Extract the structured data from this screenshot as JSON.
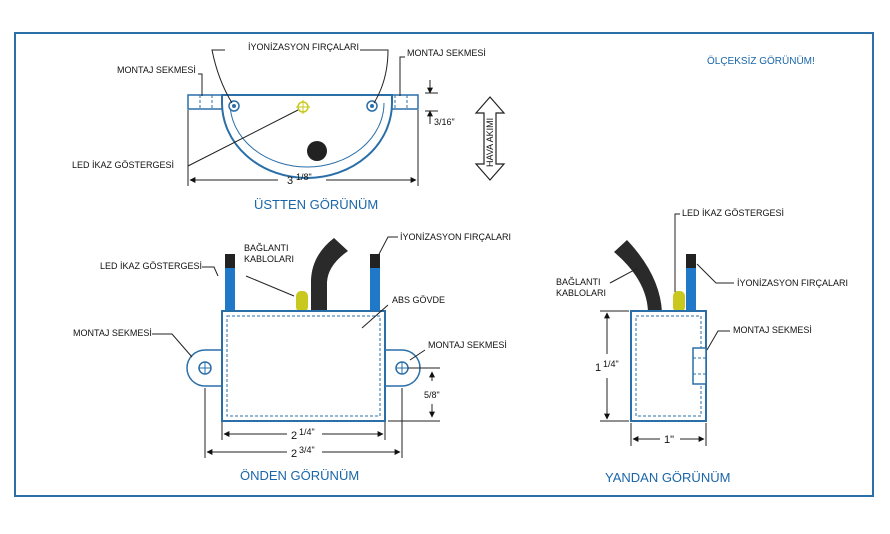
{
  "note": "ÖLÇEKSİZ GÖRÜNÜM!",
  "top_view": {
    "title": "ÜSTTEN GÖRÜNÜM",
    "brushes_label": "İYONİZASYON FIRÇALARI",
    "tab_left_label": "MONTAJ SEKMESİ",
    "tab_right_label": "MONTAJ SEKMESİ",
    "led_label": "LED İKAZ GÖSTERGESİ",
    "airflow_label": "HAVA AKIMI",
    "dim_height": "3/16\"",
    "dim_width_main": "3",
    "dim_width_frac": "1/8\"",
    "colors": {
      "outline": "#2a6fa8"
    }
  },
  "front_view": {
    "title": "ÖNDEN GÖRÜNÜM",
    "cables_label_1": "BAĞLANTI",
    "cables_label_2": "KABLOLARI",
    "brushes_label": "İYONİZASYON FIRÇALARI",
    "led_label": "LED İKAZ GÖSTERGESİ",
    "body_label": "ABS GÖVDE",
    "tab_left_label": "MONTAJ SEKMESİ",
    "tab_right_label": "MONTAJ SEKMESİ",
    "dim_tab": "5/8\"",
    "dim_inner_main": "2",
    "dim_inner_frac": "1/4\"",
    "dim_outer_main": "2",
    "dim_outer_frac": "3/4\"",
    "colors": {
      "brush": "#1f78c8",
      "led": "#c8c81e",
      "cable": "#2a2a2a"
    }
  },
  "side_view": {
    "title": "YANDAN GÖRÜNÜM",
    "led_label": "LED İKAZ GÖSTERGESİ",
    "cables_label_1": "BAĞLANTI",
    "cables_label_2": "KABLOLARI",
    "brushes_label": "İYONİZASYON FIRÇALARI",
    "tab_label": "MONTAJ SEKMESİ",
    "dim_height_main": "1",
    "dim_height_frac": "1/4\"",
    "dim_width": "1\""
  }
}
